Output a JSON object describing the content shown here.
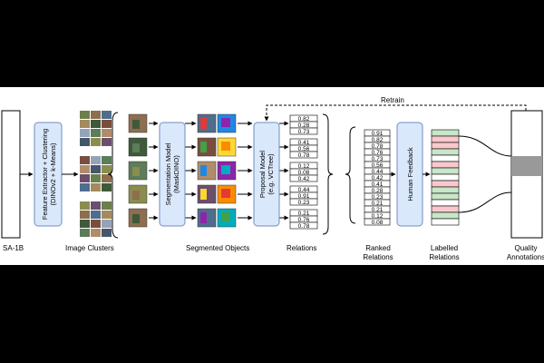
{
  "labels": {
    "sa1b": "SA-1B",
    "image_clusters": "Image Clusters",
    "segmented_objects": "Segmented Objects",
    "relations": "Relations",
    "ranked_relations": [
      "Ranked",
      "Relations"
    ],
    "labelled_relations": [
      "Labelled",
      "Relations"
    ],
    "quality_annotations": [
      "Quality",
      "Annotations"
    ],
    "retrain": "Retrain"
  },
  "boxes": {
    "feature_extractor": [
      "Feature Extractor + Clustering",
      "(DINOv2 + k-Means)"
    ],
    "segmentation_model": [
      "Segmentation Model",
      "(MaskDINO)"
    ],
    "proposal_model": [
      "Proposal Model",
      "(e.g. VCTree)"
    ],
    "human_feedback": "Human Feedback"
  },
  "relation_scores": [
    [
      "0.82",
      "0.28",
      "0.73"
    ],
    [
      "0.41",
      "0.56",
      "0.78"
    ],
    [
      "0.12",
      "0.08",
      "0.42"
    ],
    [
      "0.44",
      "0.91",
      "0.23"
    ],
    [
      "0.21",
      "0.76",
      "0.78"
    ]
  ],
  "ranked_scores": [
    "0.91",
    "0.82",
    "0.78",
    "0.76",
    "0.73",
    "0.56",
    "0.44",
    "0.42",
    "0.41",
    "0.28",
    "0.23",
    "0.21",
    "0.21",
    "0.12",
    "0.08"
  ],
  "labelled_colors": [
    "#c8e6c9",
    "#f8c8cc",
    "#f8c8cc",
    "#c8e6c9",
    "#ffffff",
    "#f8c8cc",
    "#c8e6c9",
    "#ffffff",
    "#f8c8cc",
    "#c8e6c9",
    "#c8e6c9",
    "#ffffff",
    "#f8c8cc",
    "#c8e6c9",
    "#ffffff"
  ],
  "colors": {
    "box_fill": "#dae8fc",
    "box_stroke": "#6c8ebf",
    "accent_gray": "#999999"
  }
}
